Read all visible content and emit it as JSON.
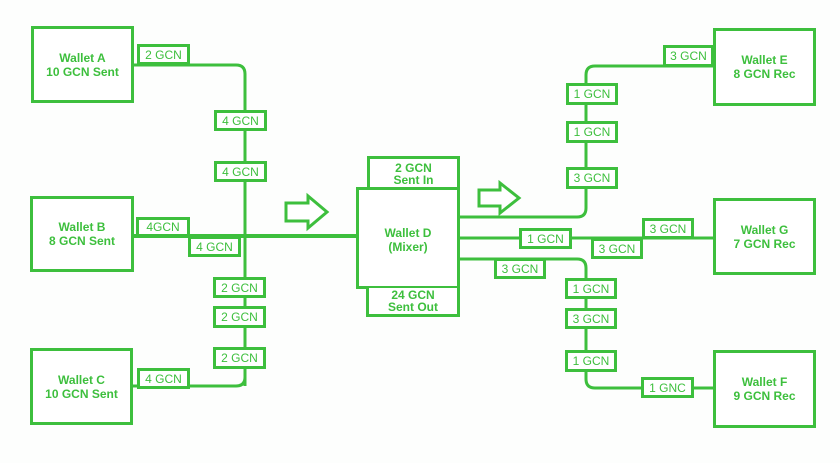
{
  "colors": {
    "accent": "#3dbf3d"
  },
  "wallets": {
    "a": {
      "name": "Wallet A",
      "amount": "10 GCN Sent"
    },
    "b": {
      "name": "Wallet B",
      "amount": "8 GCN Sent"
    },
    "c": {
      "name": "Wallet C",
      "amount": "10 GCN Sent"
    },
    "d": {
      "name": "Wallet D",
      "role": "(Mixer)",
      "in_amount": "2 GCN",
      "in_label": "Sent In",
      "out_amount": "24 GCN",
      "out_label": "Sent Out"
    },
    "e": {
      "name": "Wallet E",
      "amount": "8 GCN Rec"
    },
    "f": {
      "name": "Wallet F",
      "amount": "9 GCN Rec"
    },
    "g": {
      "name": "Wallet G",
      "amount": "7 GCN Rec"
    }
  },
  "inputs": {
    "a": [
      "2 GCN",
      "4 GCN",
      "4 GCN"
    ],
    "b": [
      "4GCN",
      "4 GCN"
    ],
    "c": [
      "4 GCN",
      "2 GCN",
      "2 GCN",
      "2 GCN"
    ]
  },
  "outputs": {
    "e": [
      "1 GCN",
      "1 GCN",
      "3 GCN",
      "3 GCN"
    ],
    "g": [
      "1 GCN",
      "3 GCN",
      "3 GCN"
    ],
    "f": [
      "3 GCN",
      "1 GCN",
      "3 GCN",
      "1 GCN",
      "1 GNC"
    ]
  }
}
